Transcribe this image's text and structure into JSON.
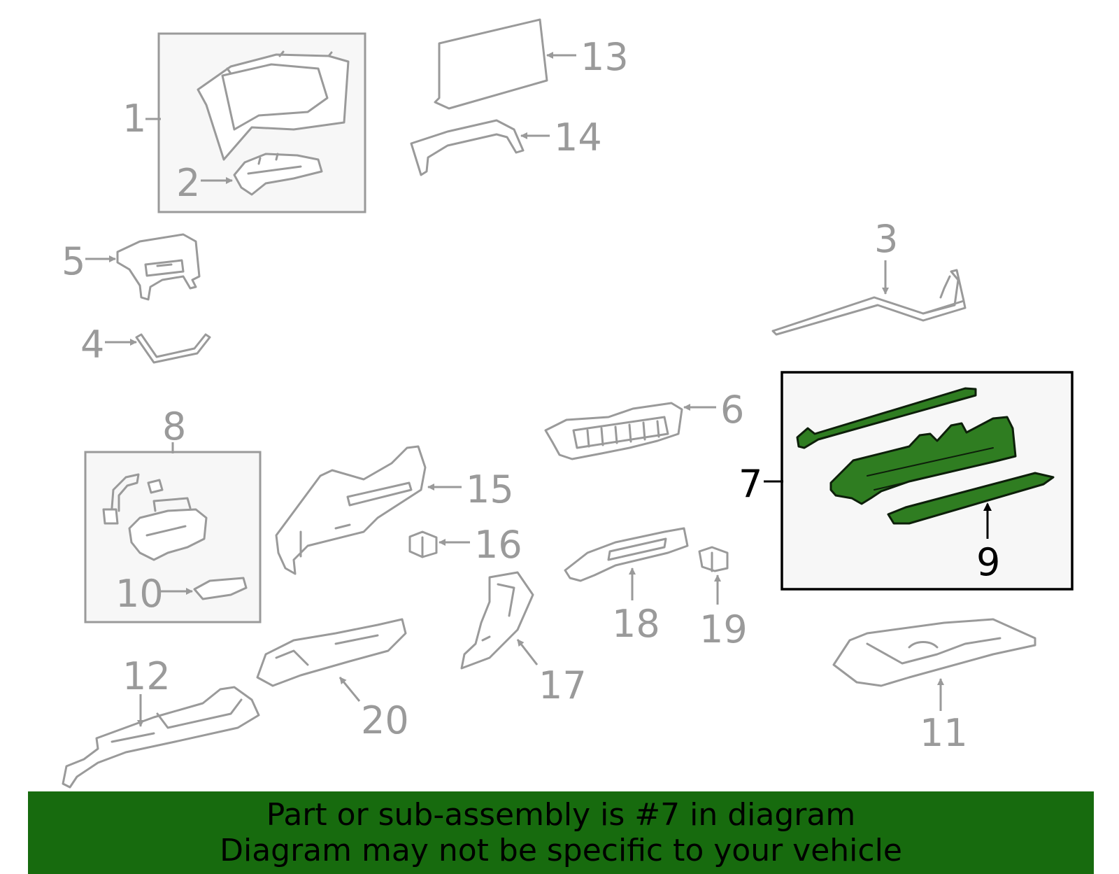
{
  "callouts": {
    "c1": "1",
    "c2": "2",
    "c3": "3",
    "c4": "4",
    "c5": "5",
    "c6": "6",
    "c7": "7",
    "c8": "8",
    "c9": "9",
    "c10": "10",
    "c11": "11",
    "c12": "12",
    "c13": "13",
    "c14": "14",
    "c15": "15",
    "c16": "16",
    "c17": "17",
    "c18": "18",
    "c19": "19",
    "c20": "20"
  },
  "highlight": {
    "part_number": "7",
    "color": "#2f7d21"
  },
  "banner": {
    "line1": "Part or sub-assembly is #7 in diagram",
    "line2": "Diagram may not be specific to your vehicle",
    "background": "#176b0e"
  }
}
